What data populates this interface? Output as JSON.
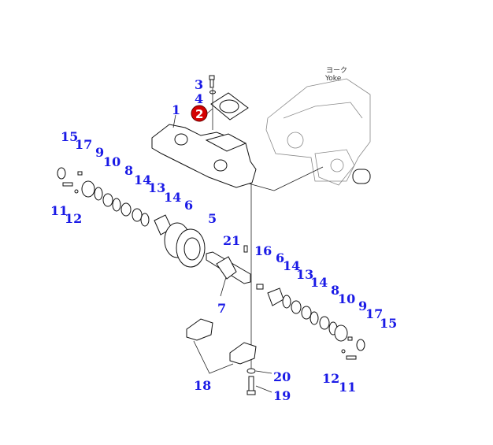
{
  "diagram": {
    "reference_label": {
      "jp": "ヨーク",
      "en": "Yoke"
    },
    "highlighted_part": "2",
    "colors": {
      "label": "#1a1ae6",
      "badge": "#d40000"
    },
    "callouts": {
      "c3": "3",
      "c4": "4",
      "c1": "1",
      "c15a": "15",
      "c17a": "17",
      "c9a": "9",
      "c10a": "10",
      "c8a": "8",
      "c14a": "14",
      "c13a": "13",
      "c14b": "14",
      "c6a": "6",
      "c5": "5",
      "c11a": "11",
      "c12a": "12",
      "c21": "21",
      "c16": "16",
      "c6b": "6",
      "c14c": "14",
      "c13b": "13",
      "c14d": "14",
      "c8b": "8",
      "c10b": "10",
      "c9b": "9",
      "c17b": "17",
      "c15b": "15",
      "c7": "7",
      "c20": "20",
      "c18": "18",
      "c19": "19",
      "c12b": "12",
      "c11b": "11"
    }
  }
}
